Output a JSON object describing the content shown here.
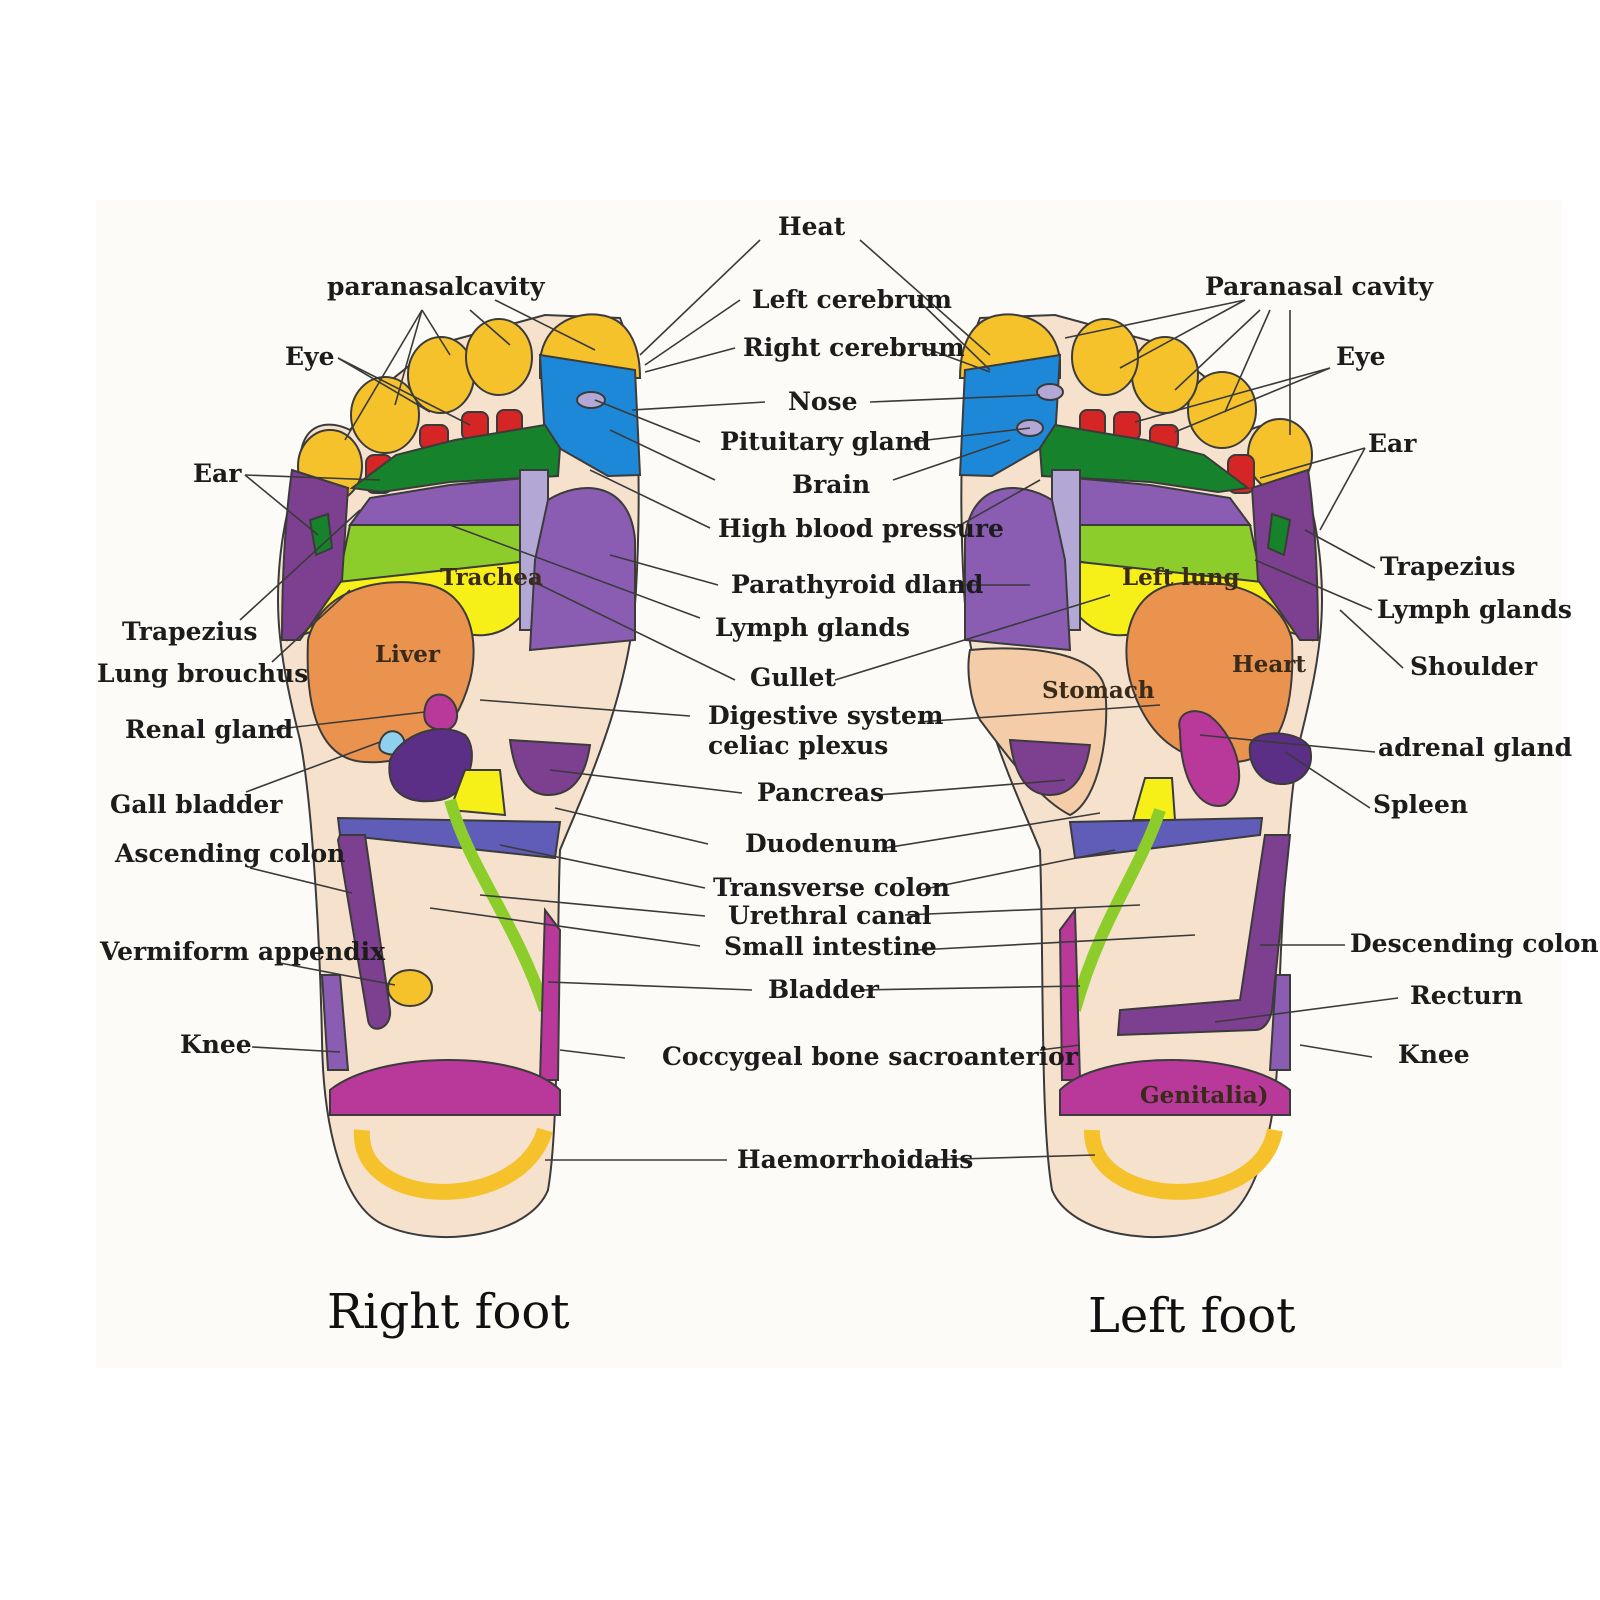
{
  "colors": {
    "skin": "#f6e2cc",
    "toe_yellow": "#f5c22c",
    "blue": "#1e88d8",
    "dark_green": "#17822c",
    "light_green": "#8ccd2c",
    "purple": "#8a5db3",
    "violet": "#7d3f8f",
    "lavender": "#b3a7d6",
    "yellow": "#f7ef18",
    "orange": "#e9934f",
    "red": "#d62525",
    "magenta": "#b8399a",
    "indigo": "#5f5db8",
    "dark_purple": "#5a2f85",
    "plum": "#7b2a7b"
  },
  "titles": {
    "right": "Right foot",
    "left": "Left foot"
  },
  "center_labels": {
    "heat": "Heat",
    "left_cerebrum": "Left cerebrum",
    "right_cerebrum": "Right cerebrum",
    "nose": "Nose",
    "pituitary": "Pituitary gland",
    "brain": "Brain",
    "hbp": "High blood pressure",
    "parathyroid": "Parathyroid dland",
    "lymph": "Lymph glands",
    "gullet": "Gullet",
    "digestive": "Digestive system",
    "celiac": "celiac plexus",
    "pancreas": "Pancreas",
    "duodenum": "Duodenum",
    "transverse": "Transverse colon",
    "urethral": "Urethral canal",
    "small_int": "Small intestine",
    "bladder": "Bladder",
    "coccygeal": "Coccygeal bone sacroanterior",
    "haemorrhoidalis": "Haemorrhoidalis"
  },
  "right_foot_labels": {
    "paranasal": "paranasal",
    "cavity": "cavity",
    "eye": "Eye",
    "ear": "Ear",
    "trapezius": "Trapezius",
    "lung": "Lung brouchus",
    "renal": "Renal gland",
    "gall": "Gall bladder",
    "ascending": "Ascending colon",
    "appendix": "Vermiform appendix",
    "knee": "Knee",
    "trachea": "Trachea",
    "liver": "Liver"
  },
  "left_foot_labels": {
    "paranasal": "Paranasal cavity",
    "eye": "Eye",
    "ear": "Ear",
    "trapezius": "Trapezius",
    "lymph": "Lymph glands",
    "shoulder": "Shoulder",
    "adrenal": "adrenal gland",
    "spleen": "Spleen",
    "descending": "Descending colon",
    "rectum": "Recturn",
    "knee": "Knee",
    "left_lung": "Left lung",
    "heart": "Heart",
    "stomach": "Stomach",
    "genitalia": "Genitalia)"
  }
}
